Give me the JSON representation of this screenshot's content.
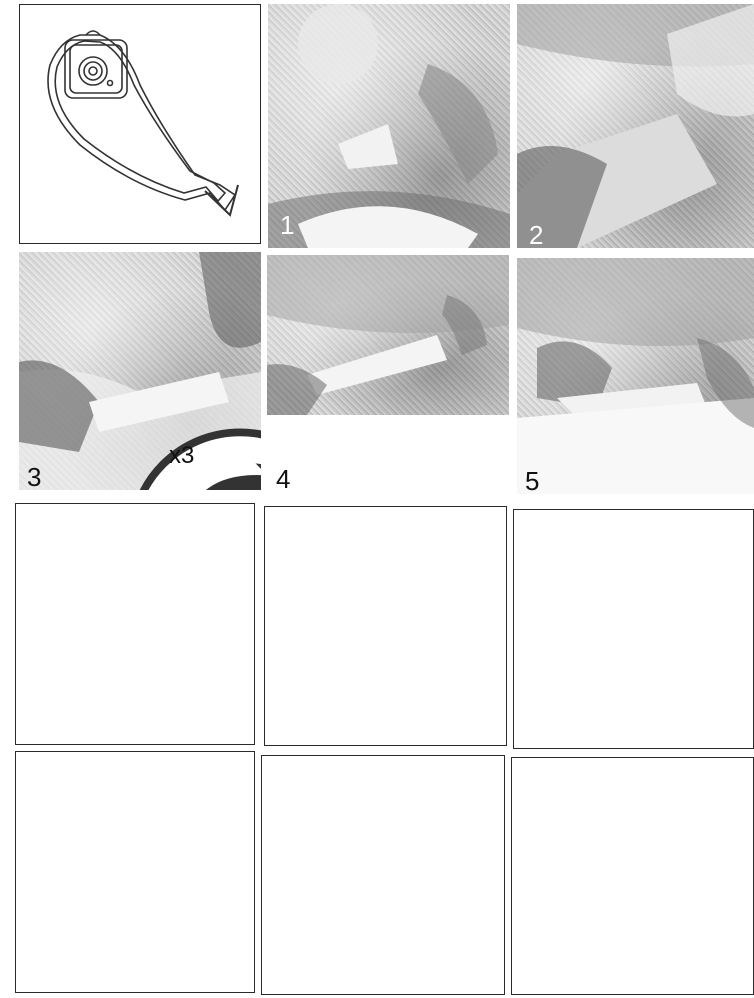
{
  "steps": [
    {
      "number": "1",
      "image": "hand-removing-backing-paper-photo"
    },
    {
      "number": "2",
      "image": "hand-peeling-paper-photo"
    },
    {
      "number": "3",
      "image": "hand-folding-outlet-photo"
    },
    {
      "number": "4",
      "image": "outlet-rolled-up-photo"
    },
    {
      "number": "5",
      "image": "fingers-pressing-closure-photo"
    }
  ],
  "repeat_label": "x3",
  "icons": {
    "diagram": "drainable-pouch-diagram",
    "rotate": "rotate-arrow-icon"
  },
  "blank_panels": 6
}
